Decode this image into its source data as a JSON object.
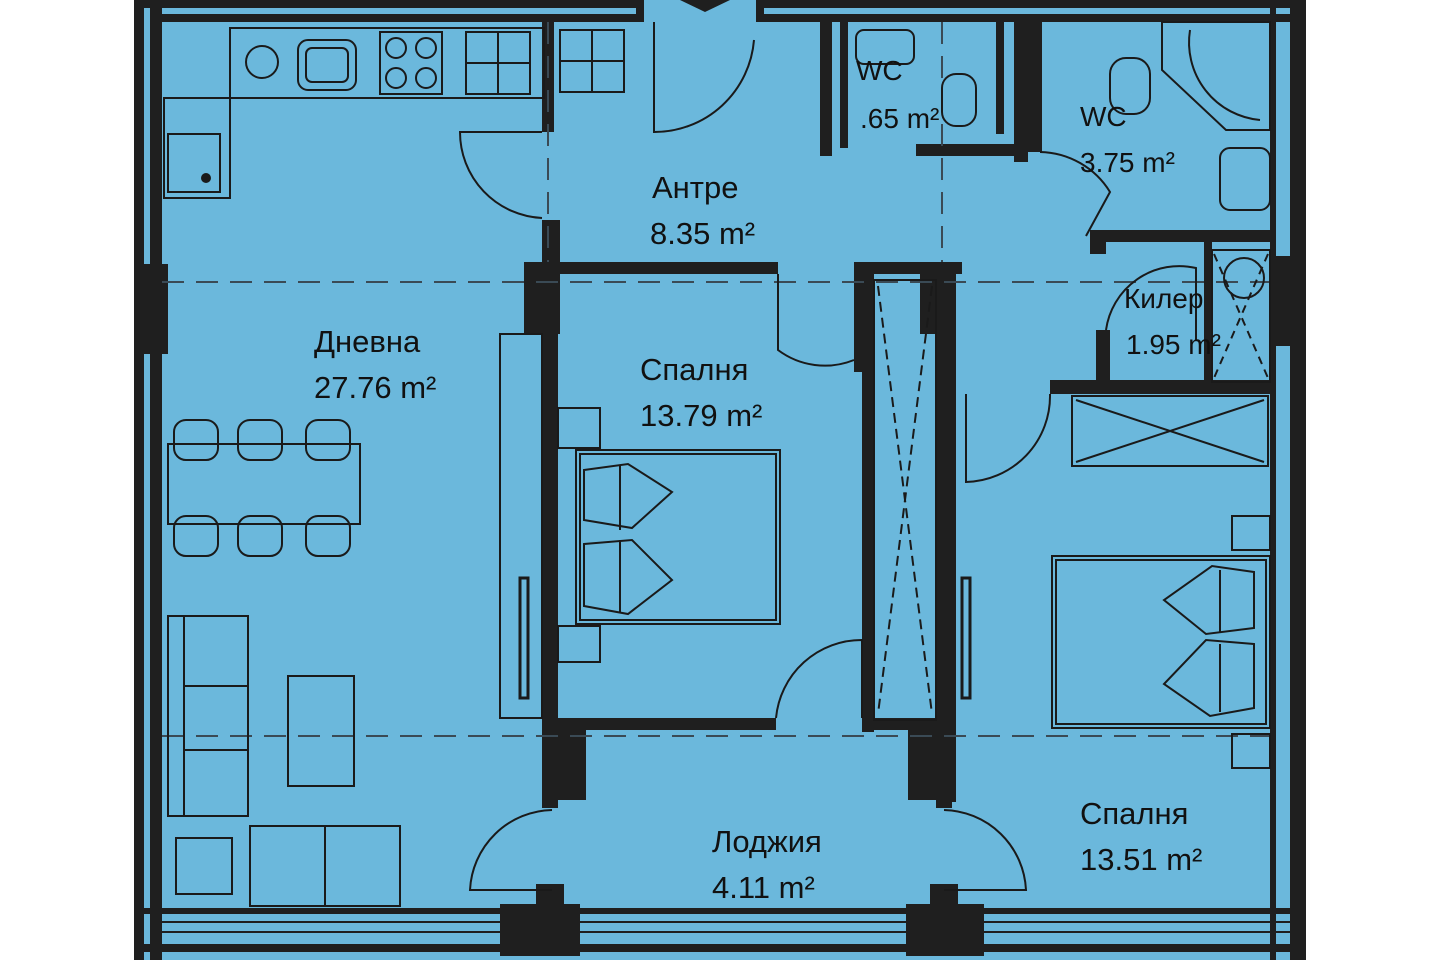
{
  "colors": {
    "floor": "#6bb8dc",
    "wall": "#1f1f1f",
    "background": "#ffffff"
  },
  "rooms": {
    "living": {
      "name": "Дневна",
      "area": "27.76 m²"
    },
    "hall": {
      "name": "Антре",
      "area": "8.35 m²"
    },
    "wc_small": {
      "name": "WC",
      "area": ".65 m²"
    },
    "wc_large": {
      "name": "WC",
      "area": "3.75 m²"
    },
    "storage": {
      "name": "Килер",
      "area": "1.95 m²"
    },
    "bedroom_1": {
      "name": "Спалня",
      "area": "13.79 m²"
    },
    "bedroom_2": {
      "name": "Спалня",
      "area": "13.51 m²"
    },
    "loggia": {
      "name": "Лоджия",
      "area": "4.11 m²"
    }
  }
}
